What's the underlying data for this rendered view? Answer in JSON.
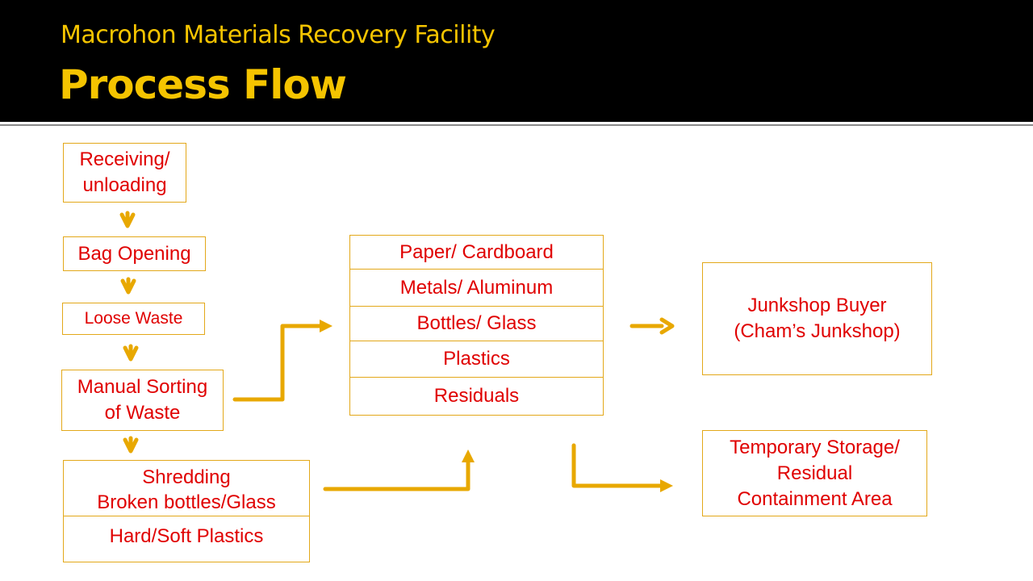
{
  "header": {
    "subtitle": "Macrohon Materials Recovery Facility",
    "title": "Process Flow"
  },
  "colors": {
    "header_bg": "#000000",
    "title_text": "#f5c400",
    "box_border": "#e3a81a",
    "box_text": "#e00000",
    "arrow": "#e8a800"
  },
  "flow": {
    "steps": [
      {
        "label_line1": "Receiving/",
        "label_line2": "unloading"
      },
      {
        "label": "Bag Opening"
      },
      {
        "label": "Loose Waste"
      },
      {
        "label_line1": "Manual Sorting",
        "label_line2": "of Waste"
      }
    ],
    "shredding": {
      "line1": "Shredding",
      "line2": "Broken bottles/Glass",
      "line3": "Hard/Soft Plastics"
    },
    "categories": [
      "Paper/ Cardboard",
      "Metals/ Aluminum",
      "Bottles/ Glass",
      "Plastics",
      "Residuals"
    ],
    "junkshop": {
      "line1": "Junkshop Buyer",
      "line2": "(Cham’s Junkshop)"
    },
    "storage": {
      "line1": "Temporary Storage/",
      "line2": "Residual",
      "line3": "Containment Area"
    }
  }
}
